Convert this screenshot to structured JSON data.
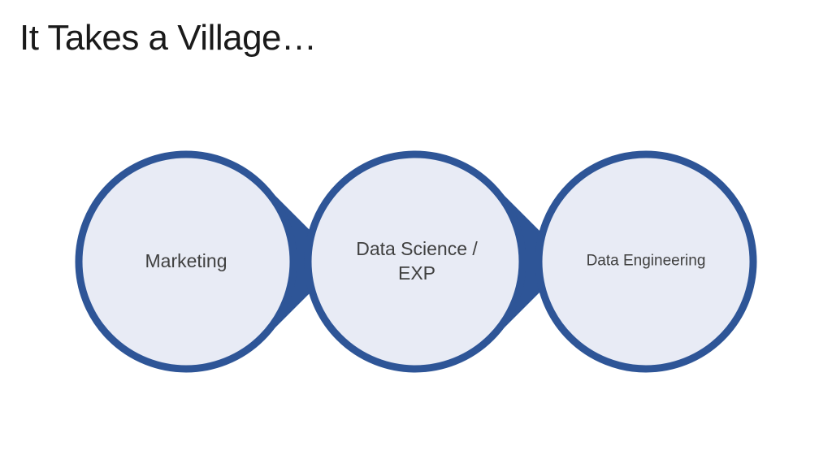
{
  "slide": {
    "title": "It Takes a Village…"
  },
  "colors": {
    "circle_fill": "#e8ebf5",
    "circle_stroke": "#2e5597",
    "arrow_fill": "#2e5597",
    "text": "#404040"
  },
  "diagram": {
    "nodes": [
      {
        "label": "Marketing"
      },
      {
        "label": "Data Science /\nEXP"
      },
      {
        "label": "Data Engineering"
      }
    ]
  }
}
